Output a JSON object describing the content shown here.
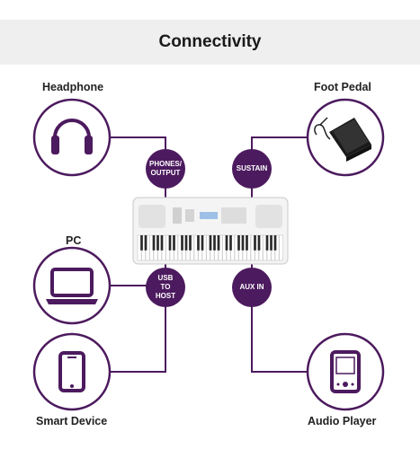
{
  "title": "Connectivity",
  "devices": {
    "headphone": "Headphone",
    "foot_pedal": "Foot Pedal",
    "pc": "PC",
    "smart_device": "Smart Device",
    "audio_player": "Audio Player"
  },
  "ports": {
    "phones_output": "PHONES/\nOUTPUT",
    "sustain": "SUSTAIN",
    "usb_to_host": "USB\nTO\nHOST",
    "aux_in": "AUX IN"
  },
  "colors": {
    "accent": "#4c1a5e",
    "banner": "#efefef"
  },
  "icons": [
    "headphone-icon",
    "foot-pedal-icon",
    "laptop-icon",
    "smartphone-icon",
    "audio-player-icon",
    "keyboard-image"
  ]
}
